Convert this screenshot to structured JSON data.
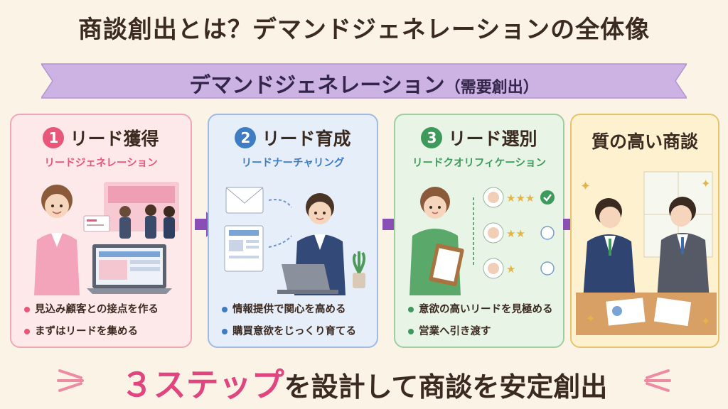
{
  "title": "商談創出とは？デマンドジェネレーションの全体像",
  "banner": {
    "main": "デマンドジェネレーション",
    "paren": "（需要創出）"
  },
  "steps": [
    {
      "number": "1",
      "title": "リード獲得",
      "subtitle": "リードジェネレーション",
      "bullets": [
        "見込み顧客との接点を作る",
        "まずはリードを集める"
      ]
    },
    {
      "number": "2",
      "title": "リード育成",
      "subtitle": "リードナーチャリング",
      "bullets": [
        "情報提供で関心を高める",
        "購買意欲をじっくり育てる"
      ]
    },
    {
      "number": "3",
      "title": "リード選別",
      "subtitle": "リードクオリフィケーション",
      "bullets": [
        "意欲の高いリードを見極める",
        "営業へ引き渡す"
      ]
    }
  ],
  "final_card": {
    "title": "質の高い商談"
  },
  "footer": {
    "accent": "３ステップ",
    "rest": "を設計して商談を安定創出"
  },
  "colors": {
    "step1": "#e8577a",
    "step1_bg": "#fde8ea",
    "step2": "#3e7cc4",
    "step2_bg": "#e6eefa",
    "step3": "#3d9a5a",
    "step3_bg": "#e8f4e6",
    "final": "#e3b448",
    "final_bg": "#fdf1cf",
    "arrow": "#8a4fb5",
    "banner": "#c8ace0"
  },
  "icons": [
    "business-card-icon",
    "laptop-icon",
    "email-icon",
    "document-icon",
    "clipboard-icon",
    "check-icon",
    "star-icon",
    "sparkle-icon",
    "plant-icon"
  ]
}
